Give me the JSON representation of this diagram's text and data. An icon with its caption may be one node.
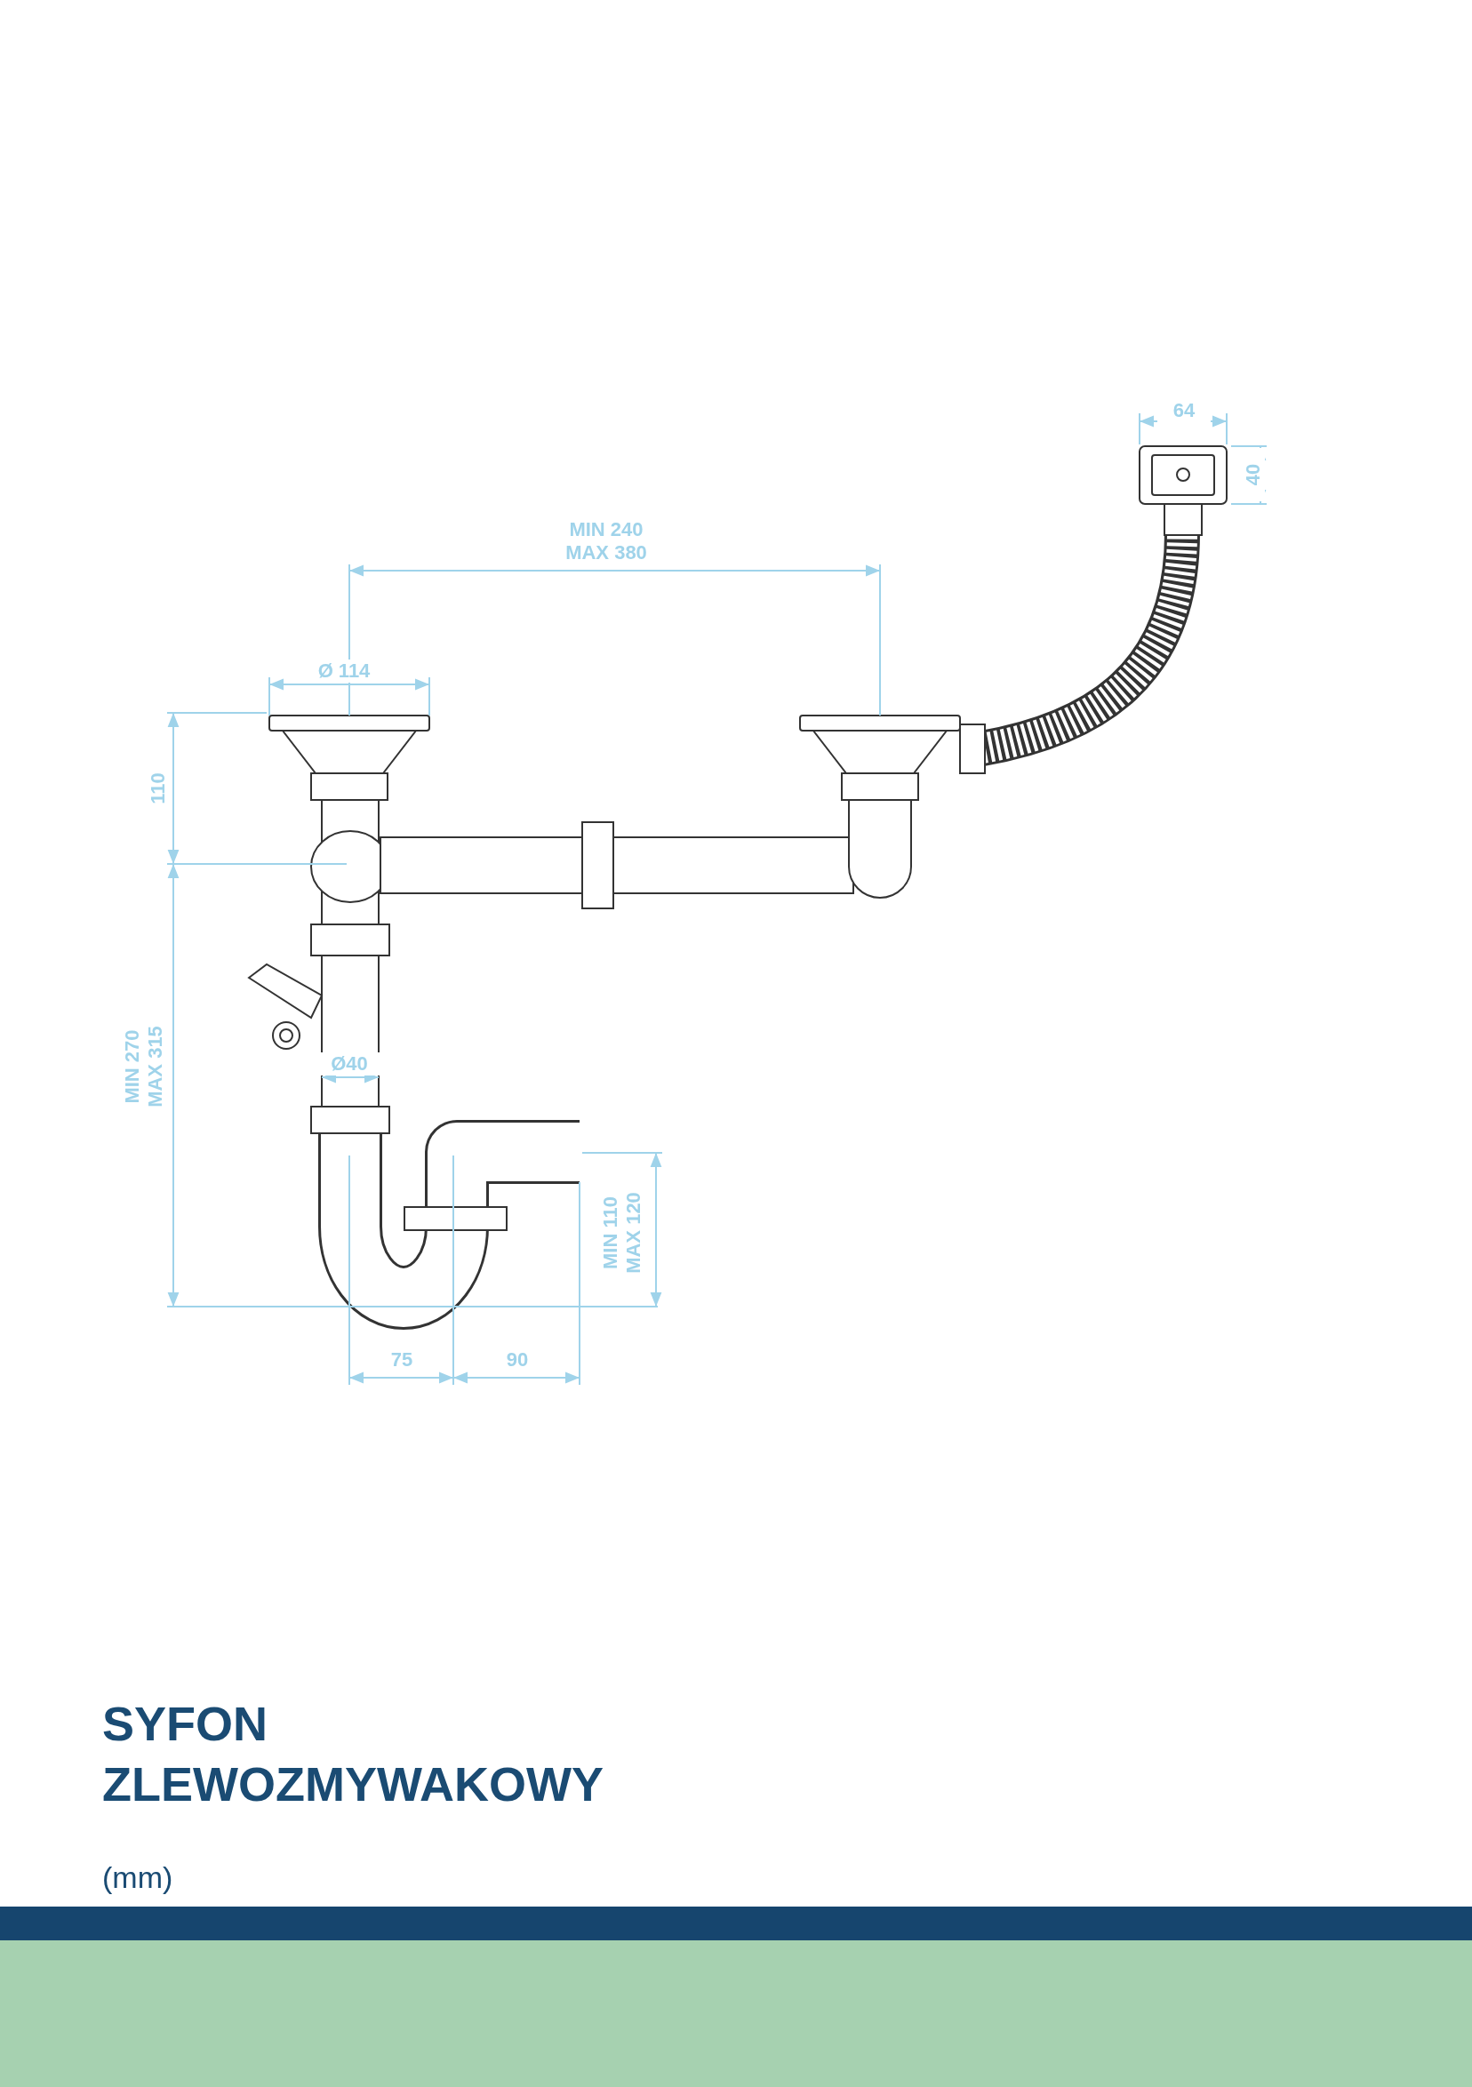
{
  "diagram": {
    "title": "SYFON ZLEWOZMYWAKOWY",
    "labels": [
      "64",
      "40",
      "MIN 240 MAX 380",
      "Ø 114",
      "110",
      "Ø40",
      "MIN 270 MAX 315",
      "MIN 110 MAX 120",
      "75",
      "90",
      "(mm)"
    ]
  }
}
